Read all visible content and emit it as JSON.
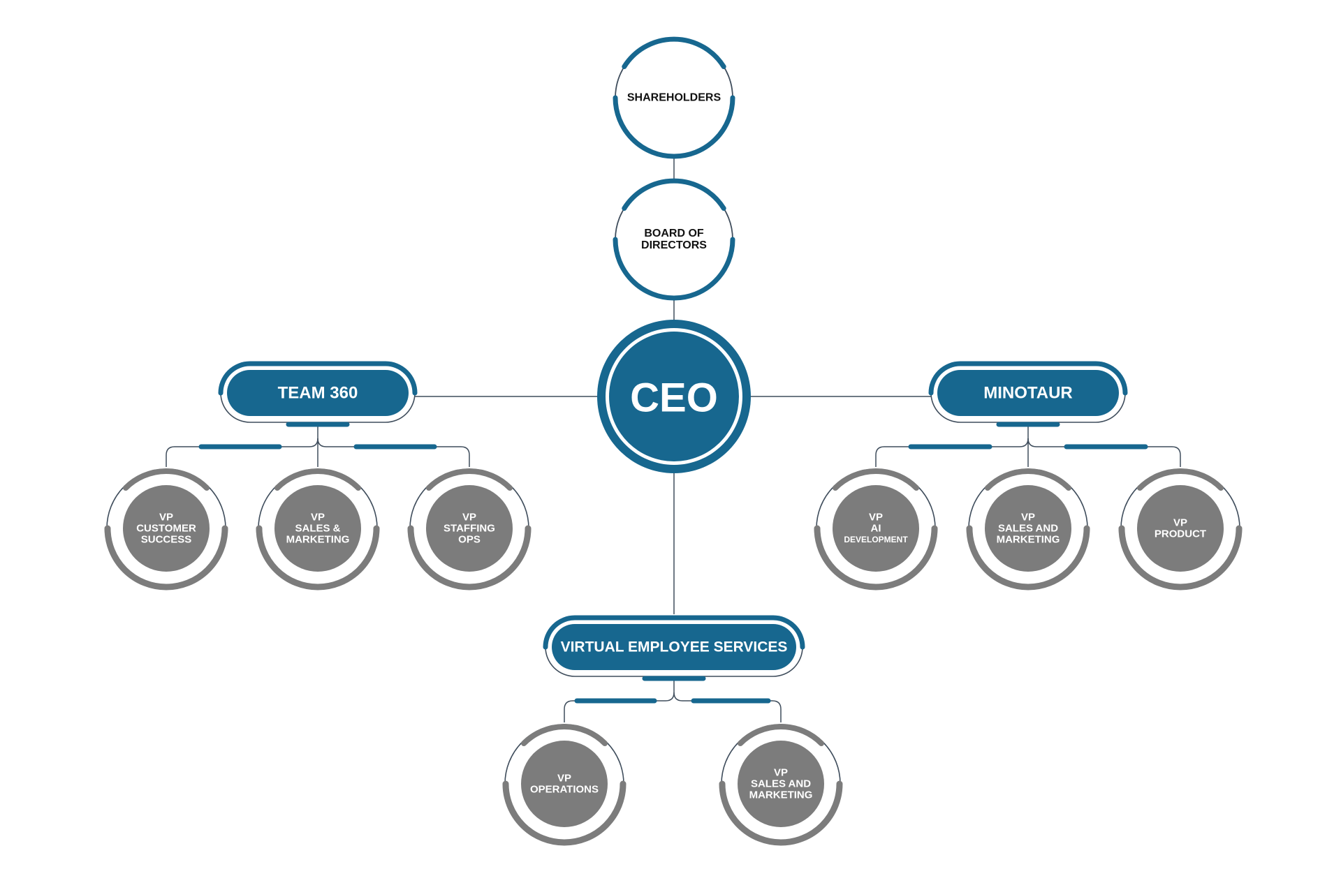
{
  "colors": {
    "primary": "#17678f",
    "gray": "#7c7c7c",
    "line": "#3f4d5c",
    "white": "#ffffff",
    "text_dark": "#111111"
  },
  "top_nodes": [
    {
      "id": "shareholders",
      "lines": [
        "SHAREHOLDERS"
      ]
    },
    {
      "id": "board",
      "lines": [
        "BOARD OF",
        "DIRECTORS"
      ]
    }
  ],
  "ceo": {
    "label": "CEO"
  },
  "divisions": [
    {
      "id": "team360",
      "label": "TEAM 360",
      "vps": [
        {
          "id": "vp-customer-success",
          "lines": [
            "VP",
            "CUSTOMER",
            "SUCCESS"
          ]
        },
        {
          "id": "vp-sales-marketing-team360",
          "lines": [
            "VP",
            "SALES &",
            "MARKETING"
          ]
        },
        {
          "id": "vp-staffing-ops",
          "lines": [
            "VP",
            "STAFFING",
            "OPS"
          ]
        }
      ]
    },
    {
      "id": "minotaur",
      "label": "MINOTAUR",
      "vps": [
        {
          "id": "vp-ai-development",
          "lines": [
            "VP",
            "AI",
            "DEVELOPMENT"
          ]
        },
        {
          "id": "vp-sales-and-marketing-minotaur",
          "lines": [
            "VP",
            "SALES AND",
            "MARKETING"
          ]
        },
        {
          "id": "vp-product",
          "lines": [
            "VP",
            "PRODUCT"
          ]
        }
      ]
    },
    {
      "id": "virtual-employee-services",
      "label": "VIRTUAL EMPLOYEE SERVICES",
      "vps": [
        {
          "id": "vp-operations",
          "lines": [
            "VP",
            "OPERATIONS"
          ]
        },
        {
          "id": "vp-sales-and-marketing-ves",
          "lines": [
            "VP",
            "SALES AND",
            "MARKETING"
          ]
        }
      ]
    }
  ]
}
